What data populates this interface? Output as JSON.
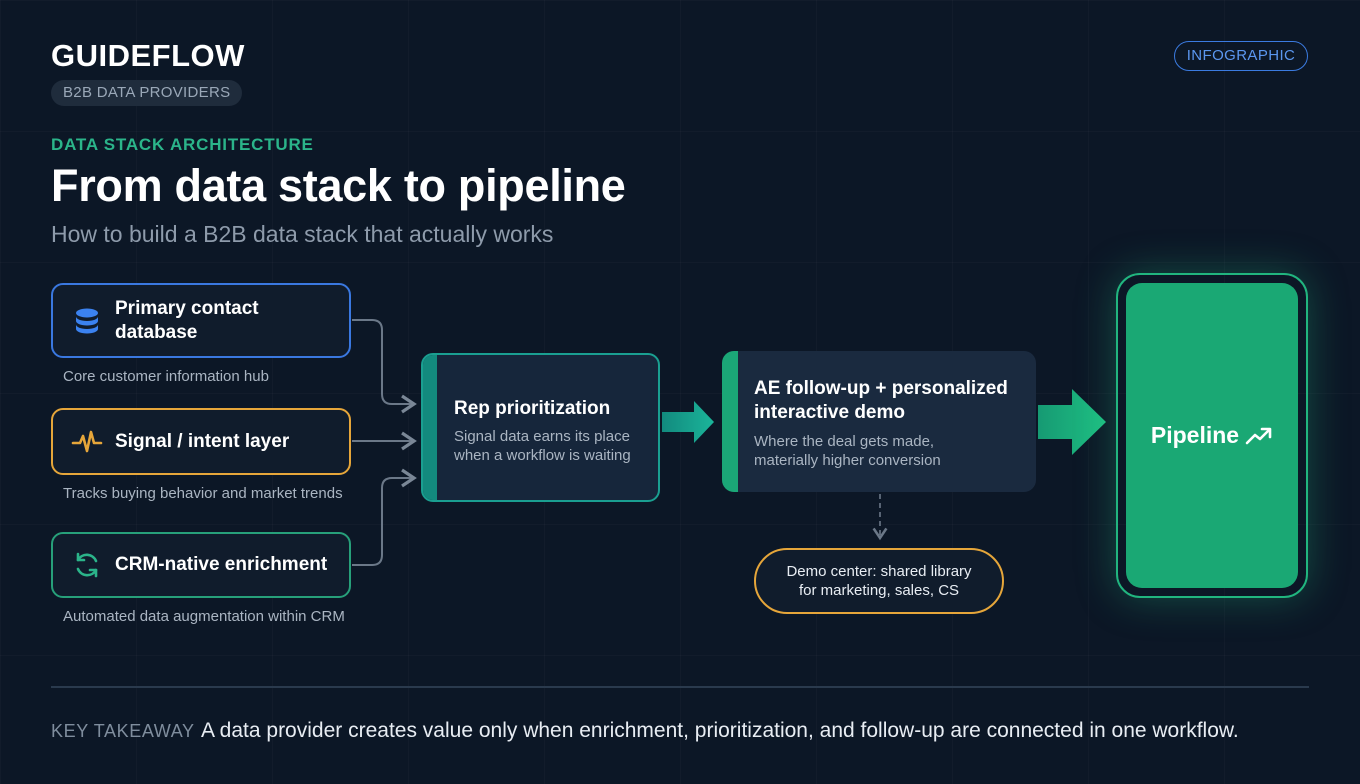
{
  "brand": {
    "name": "GUIDEFLOW",
    "subtitle": "B2B DATA PROVIDERS",
    "tag": "INFOGRAPHIC"
  },
  "header": {
    "eyebrow": "DATA STACK ARCHITECTURE",
    "title": "From data stack to pipeline",
    "subtitle": "How to build a B2B data stack that actually works"
  },
  "sources": [
    {
      "label": "Primary contact database",
      "description": "Core customer information hub",
      "icon": "database-icon",
      "color": "#3a78e0"
    },
    {
      "label": "Signal / intent layer",
      "description": "Tracks buying behavior and market trends",
      "icon": "pulse-icon",
      "color": "#e6a63a"
    },
    {
      "label": "CRM-native enrichment",
      "description": "Automated data augmentation within CRM",
      "icon": "refresh-icon",
      "color": "#27a07a"
    }
  ],
  "rep": {
    "title": "Rep prioritization",
    "description": "Signal data earns its place when a workflow is waiting"
  },
  "ae": {
    "title": "AE follow-up + personalized interactive demo",
    "description": "Where the deal gets made, materially higher conversion"
  },
  "demo": {
    "text": "Demo center: shared library for marketing, sales, CS"
  },
  "pipeline": {
    "label": "Pipeline",
    "icon": "trend-up-icon",
    "color": "#1aa874"
  },
  "takeaway": {
    "label": "KEY TAKEAWAY",
    "text": "A data provider creates value only when enrichment, prioritization, and follow-up are connected in one workflow."
  }
}
